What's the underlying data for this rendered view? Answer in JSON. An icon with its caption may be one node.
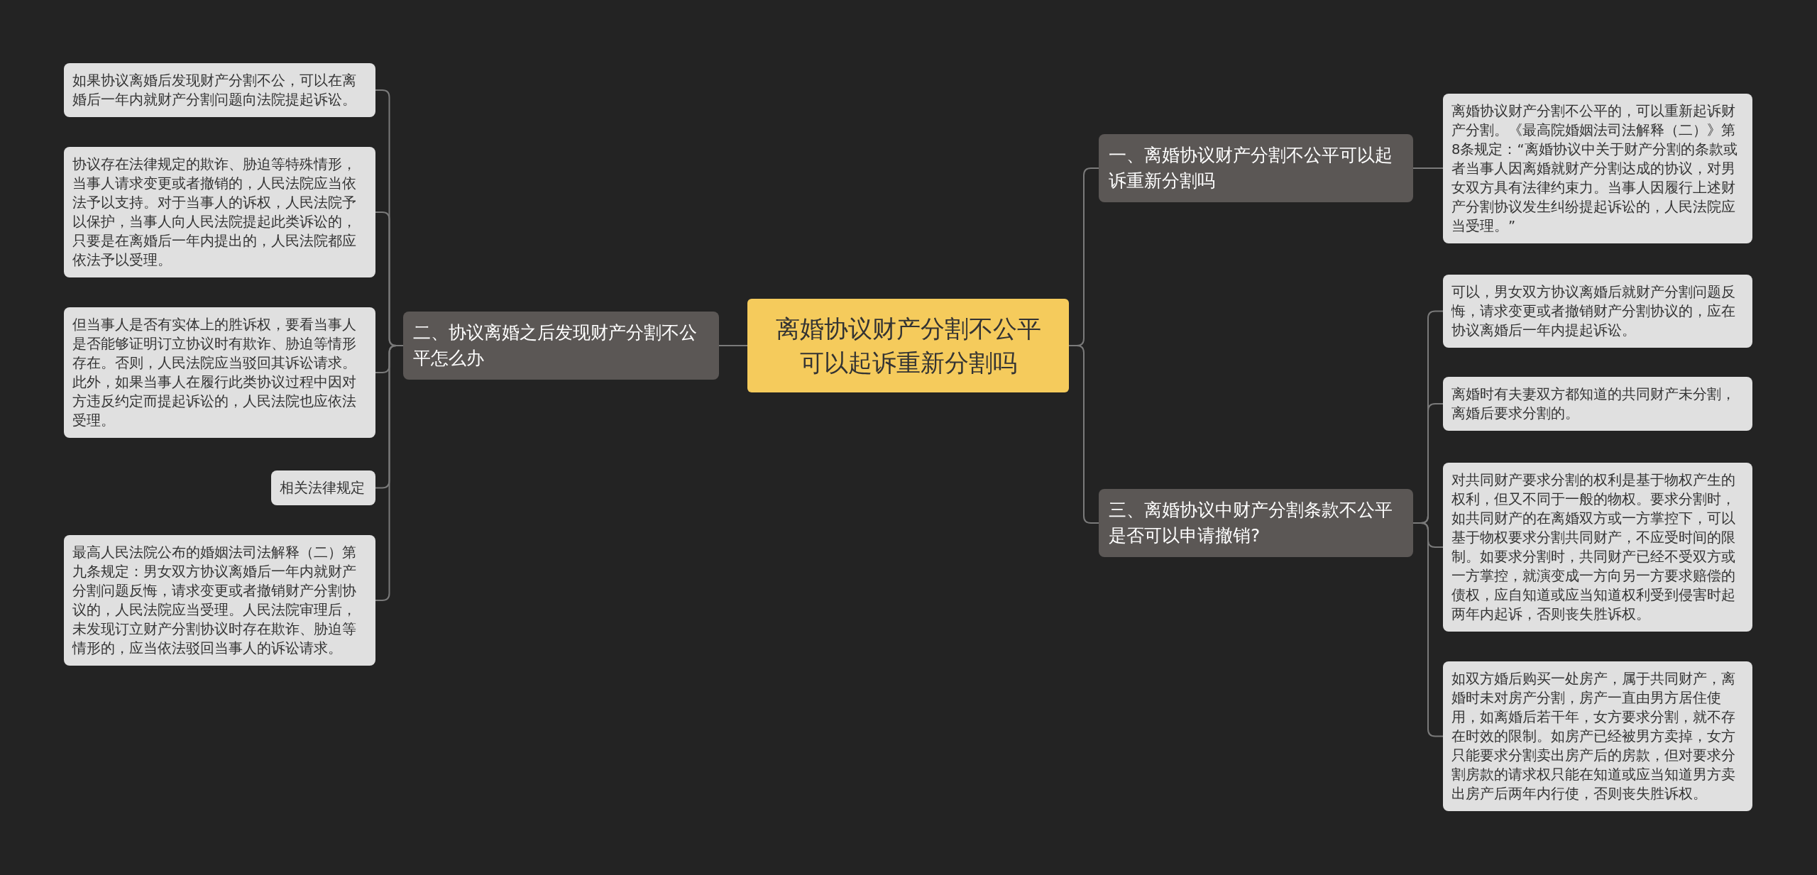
{
  "diagram": {
    "nodes": [
      {
        "text": [
          "离婚协议财产分割不公平可以起诉重新分割吗"
        ]
      },
      {
        "text": [
          "一、离婚协议财产分割不公平可以起诉重新分割吗"
        ]
      },
      {
        "text": [
          "离婚协议财产分割不公平的，可以重新起诉财产分割。《最高院婚姻法司法解释（二）》第8条规定：“离婚协议中关于财产分割的条款或者当事人因离婚就财产分割达成的协议，对男女双方具有法律约束力。当事人因履行上述财产分割协议发生纠纷提起诉讼的，人民法院应当受理。”"
        ]
      },
      {
        "text": [
          "二、协议离婚之后发现财产分割不公平怎么办"
        ]
      },
      {
        "text": [
          "如果协议离婚后发现财产分割不公，可以在离婚后一年内就财产分割问题向法院提起诉讼。"
        ]
      },
      {
        "text": [
          "协议存在法律规定的欺诈、胁迫等特殊情形，当事人请求变更或者撤销的，人民法院应当依法予以支持。对于当事人的诉权，人民法院予以保护，当事人向人民法院提起此类诉讼的，只要是在离婚后一年内提出的，人民法院都应依法予以受理。"
        ]
      },
      {
        "text": [
          "但当事人是否有实体上的胜诉权，要看当事人是否能够证明订立协议时有欺诈、胁迫等情形存在。否则，人民法院应当驳回其诉讼请求。此外，如果当事人在履行此类协议过程中因对方违反约定而提起诉讼的，人民法院也应依法受理。"
        ]
      },
      {
        "text": [
          "相关法律规定"
        ]
      },
      {
        "text": [
          "最高人民法院公布的婚姻法司法解释（二）第九条规定：男女双方协议离婚后一年内就财产分割问题反悔，请求变更或者撤销财产分割协议的，人民法院应当受理。人民法院审理后，未发现订立财产分割协议时存在欺诈、胁迫等情形的，应当依法驳回当事人的诉讼请求。"
        ]
      },
      {
        "text": [
          "三、离婚协议中财产分割条款不公平是否可以申请撤销?"
        ]
      },
      {
        "text": [
          "可以，男女双方协议离婚后就财产分割问题反悔，请求变更或者撤销财产分割协议的，应在协议离婚后一年内提起诉讼。"
        ]
      },
      {
        "text": [
          "离婚时有夫妻双方都知道的共同财产未分割，离婚后要求分割的。"
        ]
      },
      {
        "text": [
          "对共同财产要求分割的权利是基于物权产生的权利，但又不同于一般的物权。要求分割时，如共同财产的在离婚双方或一方掌控下，可以基于物权要求分割共同财产，不应受时间的限制。如要求分割时，共同财产已经不受双方或一方掌控，就演变成一方向另一方要求赔偿的债权，应自知道或应当知道权利受到侵害时起两年内起诉，否则丧失胜诉权。"
        ]
      },
      {
        "text": [
          "如双方婚后购买一处房产，属于共同财产，离婚时未对房产分割，房产一直由男方居住使用，如离婚后若干年，女方要求分割，就不存在时效的限制。如房产已经被男方卖掉，女方只能要求分割卖出房产后的房款，但对要求分割房款的请求权只能在知道或应当知道男方卖出房产后两年内行使，否则丧失胜诉权。"
        ]
      }
    ],
    "edges": [
      {
        "from": 0,
        "to": 1,
        "arrow": "none"
      },
      {
        "from": 1,
        "to": 2,
        "arrow": "none"
      },
      {
        "from": 0,
        "to": 3,
        "arrow": "none"
      },
      {
        "from": 3,
        "to": 4,
        "arrow": "none"
      },
      {
        "from": 3,
        "to": 5,
        "arrow": "none"
      },
      {
        "from": 3,
        "to": 6,
        "arrow": "none"
      },
      {
        "from": 3,
        "to": 7,
        "arrow": "none"
      },
      {
        "from": 3,
        "to": 8,
        "arrow": "none"
      },
      {
        "from": 0,
        "to": 9,
        "arrow": "none"
      },
      {
        "from": 9,
        "to": 10,
        "arrow": "none"
      },
      {
        "from": 9,
        "to": 11,
        "arrow": "none"
      },
      {
        "from": 9,
        "to": 12,
        "arrow": "none"
      },
      {
        "from": 9,
        "to": 13,
        "arrow": "none"
      }
    ]
  }
}
